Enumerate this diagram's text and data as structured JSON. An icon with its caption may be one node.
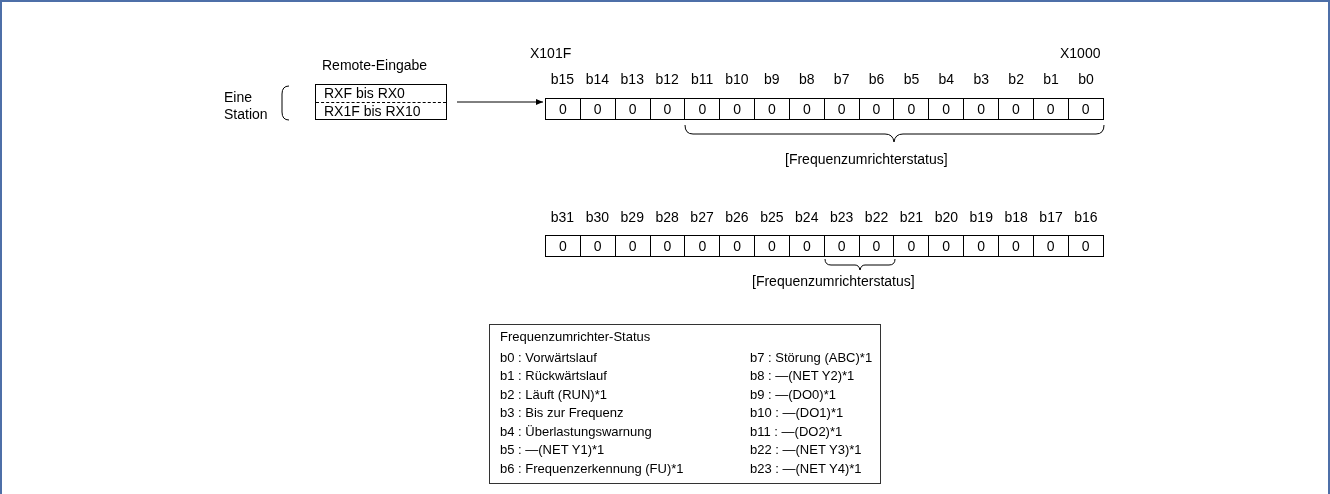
{
  "diagram": {
    "nodes": [
      {
        "text": [
          "Remote-Eingabe",
          "RXF bis RX0",
          "RX1F bis RX10"
        ]
      },
      {
        "text": [
          "0",
          "0",
          "0",
          "0",
          "0",
          "0",
          "0",
          "0",
          "0",
          "0",
          "0",
          "0",
          "0",
          "0",
          "0",
          "0"
        ]
      },
      {
        "text": [
          "0",
          "0",
          "0",
          "0",
          "0",
          "0",
          "0",
          "0",
          "0",
          "0",
          "0",
          "0",
          "0",
          "0",
          "0",
          "0"
        ]
      },
      {
        "text": [
          "Frequenzumrichter-Status",
          "b0 : Vorwärtslauf",
          "b1 : Rückwärtslauf",
          "b2 : Läuft (RUN)*1",
          "b3 : Bis zur Frequenz",
          "b4 : Überlastungswarnung",
          "b5 : —(NET Y1)*1",
          "b6 : Frequenzerkennung (FU)*1",
          "b7 : Störung (ABC)*1",
          "b8 : —(NET Y2)*1",
          "b9 : —(DO0)*1",
          "b10 : —(DO1)*1",
          "b11 : —(DO2)*1",
          "b22 : —(NET Y3)*1",
          "b23 : —(NET Y4)*1"
        ]
      }
    ],
    "edges": [
      {
        "from": 0,
        "to": 1,
        "arrow": "to"
      }
    ],
    "labels": [
      "Eine Station",
      "X101F",
      "X1000",
      "b15",
      "b14",
      "b13",
      "b12",
      "b11",
      "b10",
      "b9",
      "b8",
      "b7",
      "b6",
      "b5",
      "b4",
      "b3",
      "b2",
      "b1",
      "b0",
      "[Frequenzumrichterstatus]",
      "b31",
      "b30",
      "b29",
      "b28",
      "b27",
      "b26",
      "b25",
      "b24",
      "b23",
      "b22",
      "b21",
      "b20",
      "b19",
      "b18",
      "b17",
      "b16",
      "[Frequenzumrichterstatus]"
    ]
  }
}
